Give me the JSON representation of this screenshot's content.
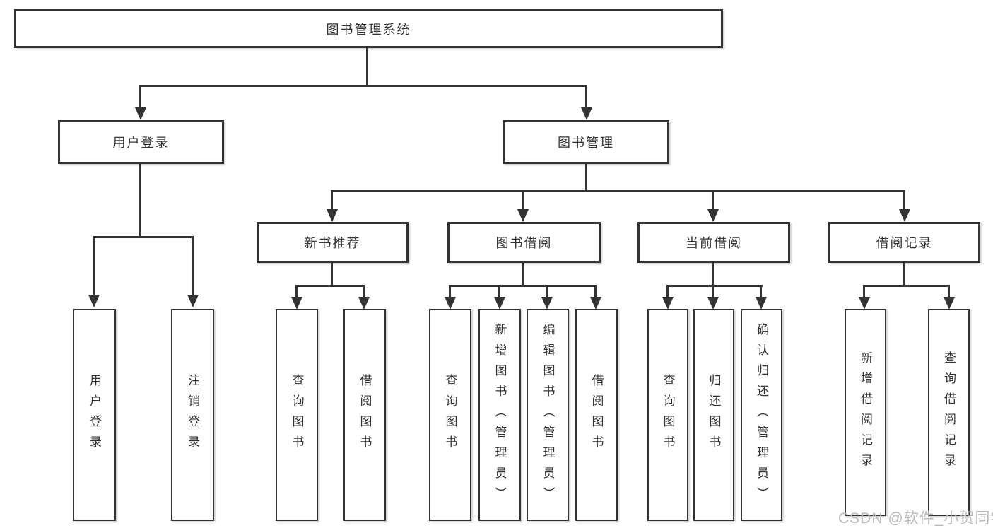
{
  "diagram": {
    "root": {
      "label": "图书管理系统"
    },
    "branches": [
      {
        "label": "用户登录",
        "children": [
          {
            "label": "用户登录"
          },
          {
            "label": "注销登录"
          }
        ]
      },
      {
        "label": "图书管理",
        "children": [
          {
            "label": "新书推荐",
            "children": [
              {
                "label": "查询图书"
              },
              {
                "label": "借阅图书"
              }
            ]
          },
          {
            "label": "图书借阅",
            "children": [
              {
                "label": "查询图书"
              },
              {
                "label": "新增图书（管理员）"
              },
              {
                "label": "编辑图书（管理员）"
              },
              {
                "label": "借阅图书"
              }
            ]
          },
          {
            "label": "当前借阅",
            "children": [
              {
                "label": "查询图书"
              },
              {
                "label": "归还图书"
              },
              {
                "label": "确认归还（管理员）"
              }
            ]
          },
          {
            "label": "借阅记录",
            "children": [
              {
                "label": "新增借阅记录"
              },
              {
                "label": "查询借阅记录"
              }
            ]
          }
        ]
      }
    ]
  },
  "watermark": {
    "text": "CSDN @软件_小贺同学"
  },
  "colors": {
    "line": "#333333",
    "text": "#333333",
    "canvas": "#ffffff",
    "watermark": "#b9b9b9"
  }
}
